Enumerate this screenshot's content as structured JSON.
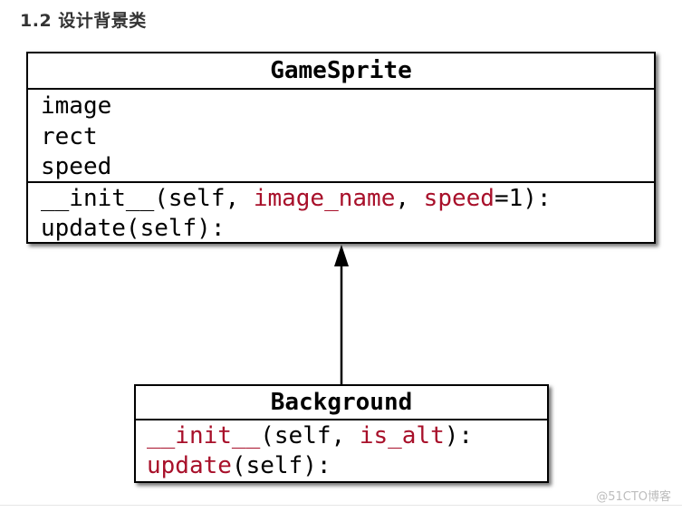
{
  "heading": "1.2 设计背景类",
  "diagram": {
    "parent_class": {
      "name": "GameSprite",
      "attributes": [
        "image",
        "rect",
        "speed"
      ],
      "methods": [
        {
          "parts": [
            {
              "text": "__init__(self, ",
              "style": "plain"
            },
            {
              "text": "image_name",
              "style": "param"
            },
            {
              "text": ", ",
              "style": "plain"
            },
            {
              "text": "speed",
              "style": "param"
            },
            {
              "text": "=1):",
              "style": "plain"
            }
          ]
        },
        {
          "parts": [
            {
              "text": "update(self):",
              "style": "plain"
            }
          ]
        }
      ]
    },
    "child_class": {
      "name": "Background",
      "methods": [
        {
          "parts": [
            {
              "text": "__init__",
              "style": "param"
            },
            {
              "text": "(self, ",
              "style": "plain"
            },
            {
              "text": "is_alt",
              "style": "param"
            },
            {
              "text": "):",
              "style": "plain"
            }
          ]
        },
        {
          "parts": [
            {
              "text": "update",
              "style": "param"
            },
            {
              "text": "(self):",
              "style": "plain"
            }
          ]
        }
      ]
    },
    "relationship": "inheritance",
    "colors": {
      "highlight": "#a8102a",
      "border": "#000000"
    }
  },
  "watermark": "@51CTO博客"
}
